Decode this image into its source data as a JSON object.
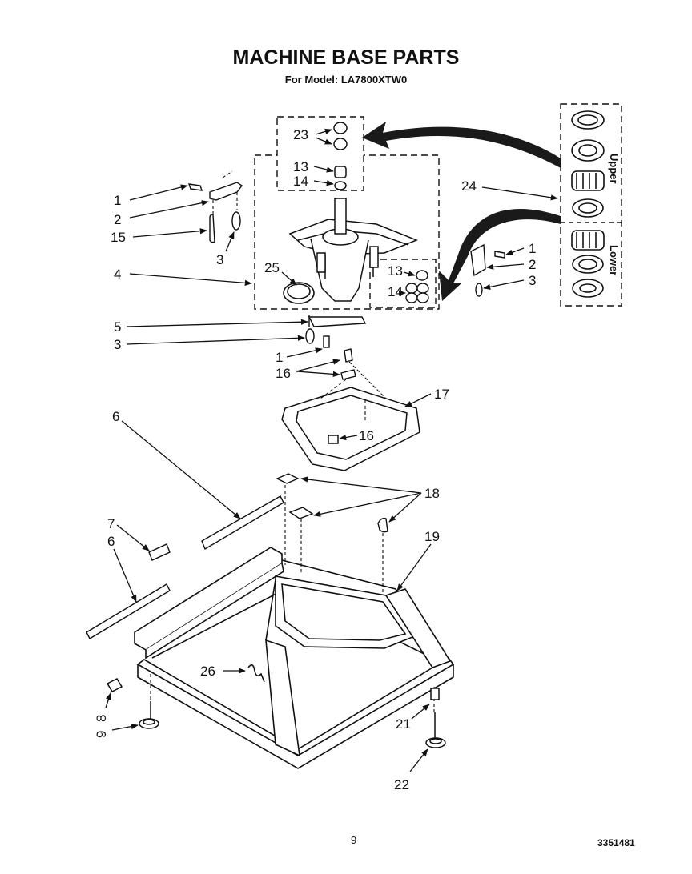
{
  "title": "MACHINE BASE PARTS",
  "subtitle": "For Model: LA7800XTW0",
  "page_number": "9",
  "doc_number": "3351481",
  "bearing_box": {
    "upper_label": "Upper",
    "lower_label": "Lower"
  },
  "callouts": [
    {
      "id": "c1a",
      "text": "1"
    },
    {
      "id": "c2a",
      "text": "2"
    },
    {
      "id": "c15",
      "text": "15"
    },
    {
      "id": "c3a",
      "text": "3"
    },
    {
      "id": "c4",
      "text": "4"
    },
    {
      "id": "c25",
      "text": "25"
    },
    {
      "id": "c23",
      "text": "23"
    },
    {
      "id": "c13a",
      "text": "13"
    },
    {
      "id": "c14a",
      "text": "14"
    },
    {
      "id": "c24",
      "text": "24"
    },
    {
      "id": "c13b",
      "text": "13"
    },
    {
      "id": "c14b",
      "text": "14"
    },
    {
      "id": "c1b",
      "text": "1"
    },
    {
      "id": "c2b",
      "text": "2"
    },
    {
      "id": "c3b",
      "text": "3"
    },
    {
      "id": "c5",
      "text": "5"
    },
    {
      "id": "c3c",
      "text": "3"
    },
    {
      "id": "c1c",
      "text": "1"
    },
    {
      "id": "c16a",
      "text": "16"
    },
    {
      "id": "c17",
      "text": "17"
    },
    {
      "id": "c16b",
      "text": "16"
    },
    {
      "id": "c6a",
      "text": "6"
    },
    {
      "id": "c18",
      "text": "18"
    },
    {
      "id": "c7",
      "text": "7"
    },
    {
      "id": "c6b",
      "text": "6"
    },
    {
      "id": "c19",
      "text": "19"
    },
    {
      "id": "c26",
      "text": "26"
    },
    {
      "id": "c8",
      "text": "8"
    },
    {
      "id": "c9",
      "text": "9"
    },
    {
      "id": "c21",
      "text": "21"
    },
    {
      "id": "c22",
      "text": "22"
    }
  ],
  "colors": {
    "ink": "#111111",
    "paper": "#ffffff",
    "arrow_fill": "#1a1a1a"
  }
}
